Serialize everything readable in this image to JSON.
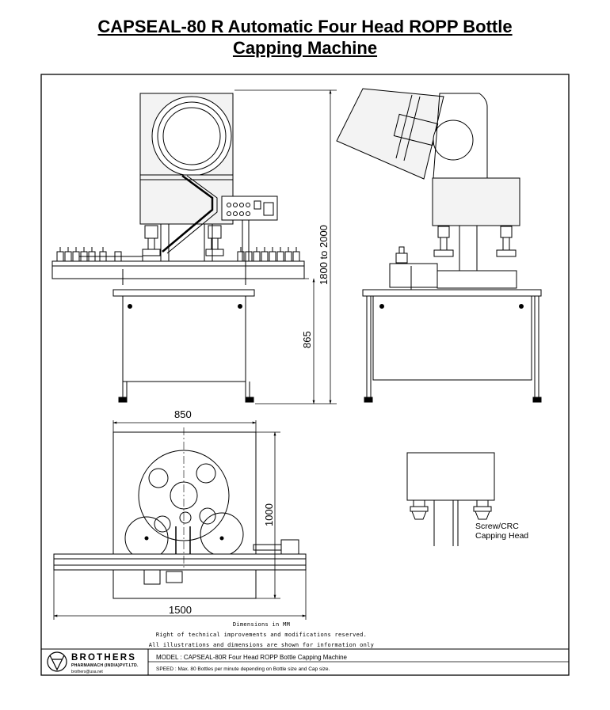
{
  "title": {
    "line1": "CAPSEAL-80 R   Automatic Four  Head  ROPP Bottle",
    "line2": "Capping Machine"
  },
  "dimensions": {
    "height_range": "1800  to  2000",
    "table_height": "865",
    "width_top": "850",
    "depth": "1000",
    "length": "1500"
  },
  "notes": {
    "dimensions_unit": "Dimensions in MM",
    "rights": "Right of technical improvements and modifications reserved.",
    "illustrations": "All illustrations and dimensions are shown for information only"
  },
  "callout": {
    "line1": "Screw/CRC",
    "line2": "Capping Head"
  },
  "footer": {
    "brand_name": "BROTHERS",
    "brand_subtitle": "PHARMAMACH (INDIA)PVT.LTD.",
    "email": "brothers@usa.net",
    "model": "MODEL : CAPSEAL-80R Four Head ROPP  Bottle Capping Machine",
    "speed": "SPEED : Max. 80 Bottles per minute depending on Bottle size and Cap size."
  },
  "colors": {
    "line": "#000000",
    "fill": "#f3f3f3",
    "background": "#ffffff"
  }
}
